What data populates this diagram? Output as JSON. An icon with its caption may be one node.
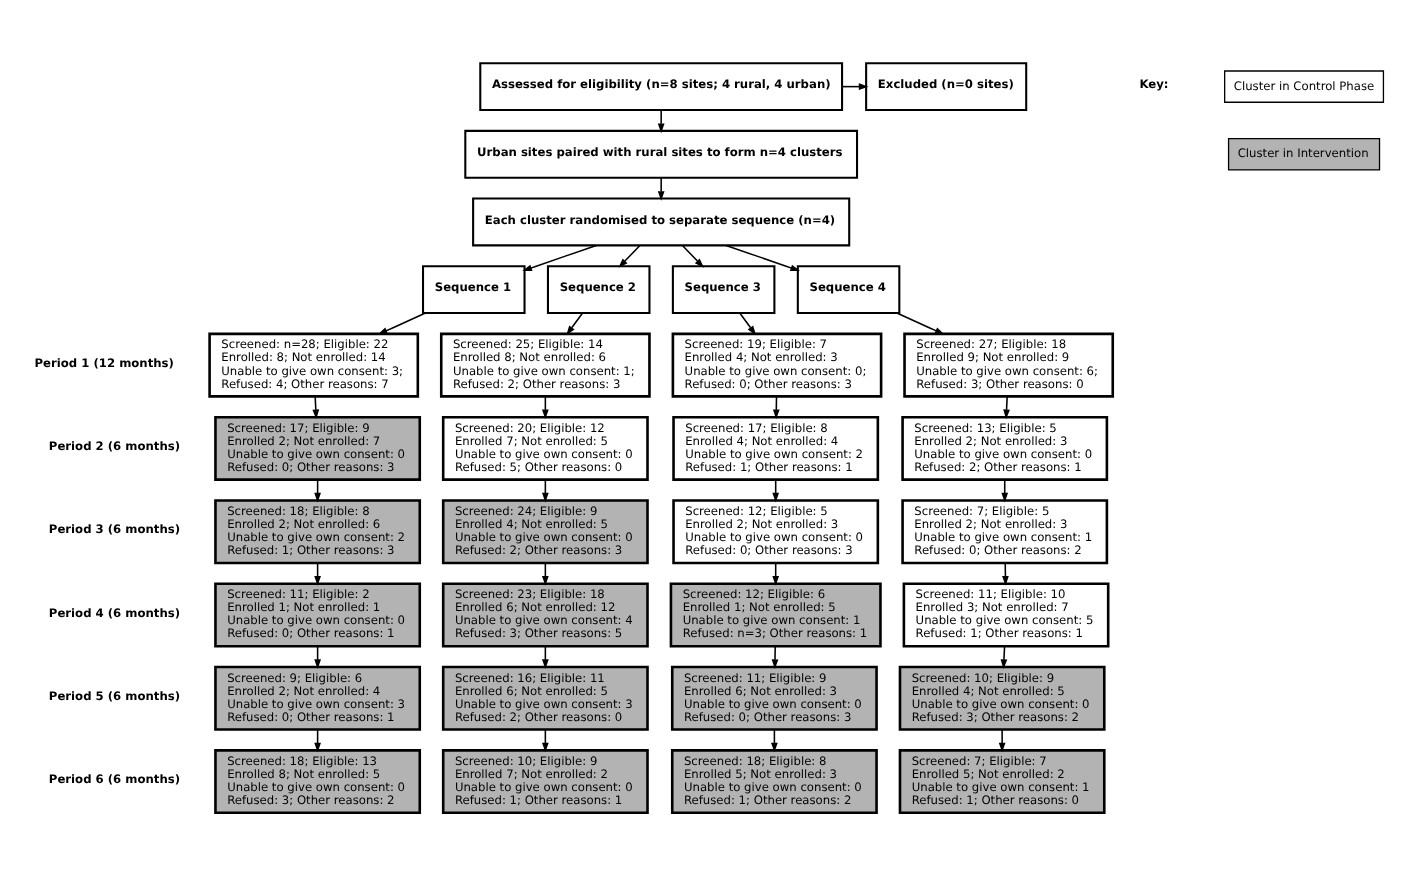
{
  "diagram": {
    "nodes": [
      {
        "text": [
          "Assessed for eligibility (n=8 sites; 4 rural, 4 urban)"
        ]
      },
      {
        "text": [
          "Excluded (n=0 sites)"
        ]
      },
      {
        "text": [
          "Urban sites paired with rural sites to form n=4 clusters"
        ]
      },
      {
        "text": [
          "Each cluster randomised to separate sequence (n=4)"
        ]
      },
      {
        "text": [
          "Sequence 1"
        ]
      },
      {
        "text": [
          "Sequence 2"
        ]
      },
      {
        "text": [
          "Sequence 3"
        ]
      },
      {
        "text": [
          "Sequence 4"
        ]
      },
      {
        "text": [
          "Screened: n=28; Eligible: 22",
          "Enrolled: 8; Not enrolled: 14",
          "Unable to give own consent: 3;",
          "Refused: 4; Other reasons: 7"
        ]
      },
      {
        "text": [
          "Screened: 25; Eligible: 14",
          "Enrolled 8; Not enrolled: 6",
          "Unable to give own consent: 1;",
          "Refused: 2; Other reasons: 3"
        ]
      },
      {
        "text": [
          "Screened: 19; Eligible: 7",
          "Enrolled 4; Not enrolled: 3",
          "Unable to give own consent: 0;",
          "Refused: 0; Other reasons: 3"
        ]
      },
      {
        "text": [
          "Screened: 27; Eligible: 18",
          "Enrolled 9; Not enrolled: 9",
          "Unable to give own consent: 6;",
          "Refused: 3; Other reasons: 0"
        ]
      },
      {
        "text": [
          "Screened: 17; Eligible: 9",
          "Enrolled 2; Not enrolled: 7",
          "Unable to give own consent: 0",
          "Refused: 0; Other reasons: 3"
        ]
      },
      {
        "text": [
          "Screened: 20; Eligible: 12",
          "Enrolled 7; Not enrolled: 5",
          "Unable to give own consent: 0",
          "Refused: 5; Other reasons: 0"
        ]
      },
      {
        "text": [
          "Screened: 17; Eligible: 8",
          "Enrolled 4; Not enrolled: 4",
          "Unable to give own consent: 2",
          "Refused: 1; Other reasons: 1"
        ]
      },
      {
        "text": [
          "Screened: 13; Eligible: 5",
          "Enrolled 2; Not enrolled: 3",
          "Unable to give own consent: 0",
          "Refused: 2; Other reasons: 1"
        ]
      },
      {
        "text": [
          "Screened: 18; Eligible: 8",
          "Enrolled 2; Not enrolled: 6",
          "Unable to give own consent: 2",
          "Refused: 1; Other reasons: 3"
        ]
      },
      {
        "text": [
          "Screened: 24; Eligible: 9",
          "Enrolled 4; Not enrolled: 5",
          "Unable to give own consent: 0",
          "Refused: 2; Other reasons: 3"
        ]
      },
      {
        "text": [
          "Screened: 12; Eligible: 5",
          "Enrolled 2; Not enrolled: 3",
          "Unable to give own consent: 0",
          "Refused: 0; Other reasons: 3"
        ]
      },
      {
        "text": [
          "Screened: 7; Eligible: 5",
          "Enrolled 2; Not enrolled: 3",
          "Unable to give own consent: 1",
          "Refused: 0; Other reasons: 2"
        ]
      },
      {
        "text": [
          "Screened: 11; Eligible: 2",
          "Enrolled 1; Not enrolled: 1",
          "Unable to give own consent: 0",
          "Refused: 0; Other reasons: 1"
        ]
      },
      {
        "text": [
          "Screened: 23; Eligible: 18",
          "Enrolled 6; Not enrolled: 12",
          "Unable to give own consent: 4",
          "Refused: 3; Other reasons: 5"
        ]
      },
      {
        "text": [
          "Screened: 12; Eligible: 6",
          "Enrolled 1; Not enrolled: 5",
          "Unable to give own consent: 1",
          "Refused: n=3; Other reasons: 1"
        ]
      },
      {
        "text": [
          "Screened: 11; Eligible: 10",
          "Enrolled 3; Not enrolled: 7",
          "Unable to give own consent: 5",
          "Refused: 1; Other reasons: 1"
        ]
      },
      {
        "text": [
          "Screened: 9; Eligible: 6",
          "Enrolled 2; Not enrolled: 4",
          "Unable to give own consent: 3",
          "Refused: 0; Other reasons: 1"
        ]
      },
      {
        "text": [
          "Screened: 16; Eligible: 11",
          "Enrolled 6; Not enrolled: 5",
          "Unable to give own consent: 3",
          "Refused: 2; Other reasons: 0"
        ]
      },
      {
        "text": [
          "Screened: 11; Eligible: 9",
          "Enrolled 6; Not enrolled: 3",
          "Unable to give own consent: 0",
          "Refused: 0; Other reasons: 3"
        ]
      },
      {
        "text": [
          "Screened: 10; Eligible: 9",
          "Enrolled 4; Not enrolled: 5",
          "Unable to give own consent: 0",
          "Refused: 3; Other reasons: 2"
        ]
      },
      {
        "text": [
          "Screened: 18; Eligible: 13",
          "Enrolled 8; Not enrolled: 5",
          "Unable to give own consent: 0",
          "Refused: 3; Other reasons: 2"
        ]
      },
      {
        "text": [
          "Screened: 10; Eligible: 9",
          "Enrolled 7; Not enrolled: 2",
          "Unable to give own consent: 0",
          "Refused: 1; Other reasons: 1"
        ]
      },
      {
        "text": [
          "Screened: 18; Eligible: 8",
          "Enrolled 5; Not enrolled: 3",
          "Unable to give own consent: 0",
          "Refused: 1; Other reasons: 2"
        ]
      },
      {
        "text": [
          "Screened: 7; Eligible: 7",
          "Enrolled 5; Not enrolled: 2",
          "Unable to give own consent: 1",
          "Refused: 1; Other reasons: 0"
        ]
      }
    ],
    "edges": [
      {
        "from": 0,
        "to": 1,
        "arrow": "to"
      },
      {
        "from": 0,
        "to": 2,
        "arrow": "to"
      },
      {
        "from": 2,
        "to": 3,
        "arrow": "to"
      },
      {
        "from": 3,
        "to": 4,
        "arrow": "to"
      },
      {
        "from": 3,
        "to": 5,
        "arrow": "to"
      },
      {
        "from": 3,
        "to": 6,
        "arrow": "to"
      },
      {
        "from": 3,
        "to": 7,
        "arrow": "to"
      },
      {
        "from": 4,
        "to": 8,
        "arrow": "to"
      },
      {
        "from": 5,
        "to": 9,
        "arrow": "to"
      },
      {
        "from": 6,
        "to": 10,
        "arrow": "to"
      },
      {
        "from": 7,
        "to": 11,
        "arrow": "to"
      },
      {
        "from": 8,
        "to": 12,
        "arrow": "to"
      },
      {
        "from": 9,
        "to": 13,
        "arrow": "to"
      },
      {
        "from": 10,
        "to": 14,
        "arrow": "to"
      },
      {
        "from": 11,
        "to": 15,
        "arrow": "to"
      },
      {
        "from": 12,
        "to": 16,
        "arrow": "to"
      },
      {
        "from": 13,
        "to": 17,
        "arrow": "to"
      },
      {
        "from": 14,
        "to": 18,
        "arrow": "to"
      },
      {
        "from": 15,
        "to": 19,
        "arrow": "to"
      },
      {
        "from": 16,
        "to": 20,
        "arrow": "to"
      },
      {
        "from": 17,
        "to": 21,
        "arrow": "to"
      },
      {
        "from": 18,
        "to": 22,
        "arrow": "to"
      },
      {
        "from": 19,
        "to": 23,
        "arrow": "to"
      },
      {
        "from": 20,
        "to": 24,
        "arrow": "to"
      },
      {
        "from": 21,
        "to": 25,
        "arrow": "to"
      },
      {
        "from": 22,
        "to": 26,
        "arrow": "to"
      },
      {
        "from": 23,
        "to": 27,
        "arrow": "to"
      },
      {
        "from": 24,
        "to": 28,
        "arrow": "to"
      },
      {
        "from": 25,
        "to": 29,
        "arrow": "to"
      },
      {
        "from": 26,
        "to": 30,
        "arrow": "to"
      },
      {
        "from": 27,
        "to": 31,
        "arrow": "to"
      }
    ],
    "labels": [
      "Key:",
      "Period 1 (12 months)",
      "Period 2 (6 months)",
      "Period 3 (6 months)",
      "Period 4 (6 months)",
      "Period 5 (6 months)",
      "Period 6 (6 months)"
    ],
    "legend": [
      {
        "text": "Cluster in Control Phase",
        "color": "#ffffff"
      },
      {
        "text": "Cluster in Intervention",
        "color": "#b3b3b3"
      }
    ]
  }
}
